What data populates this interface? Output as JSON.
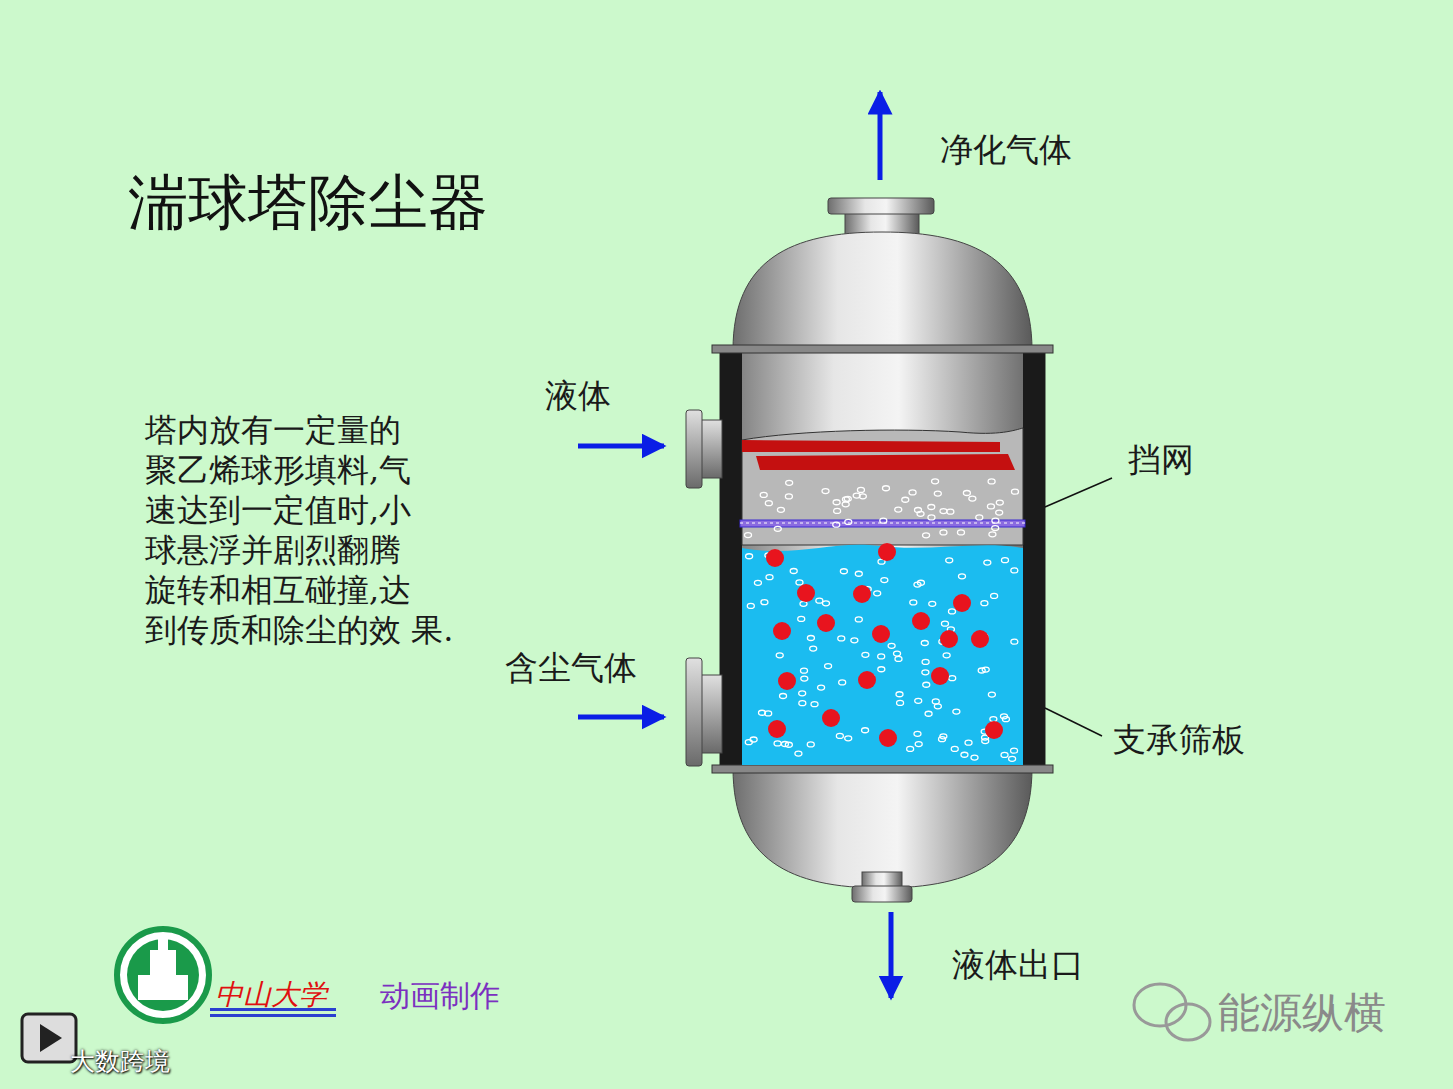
{
  "diagram": {
    "title": "湍球塔除尘器",
    "labels": [
      "净化气体",
      "液体",
      "挡网",
      "塔内放有一定量的 聚乙烯球形填料,气 速达到一定值时,小 球悬浮并剧烈翻腾 旋转和相互碰撞,达 到传质和除尘的效 果.",
      "含尘气体",
      "支承筛板",
      "液体出口",
      "中山大学",
      "动画制作",
      "能源纵横",
      "大数跨境"
    ]
  }
}
